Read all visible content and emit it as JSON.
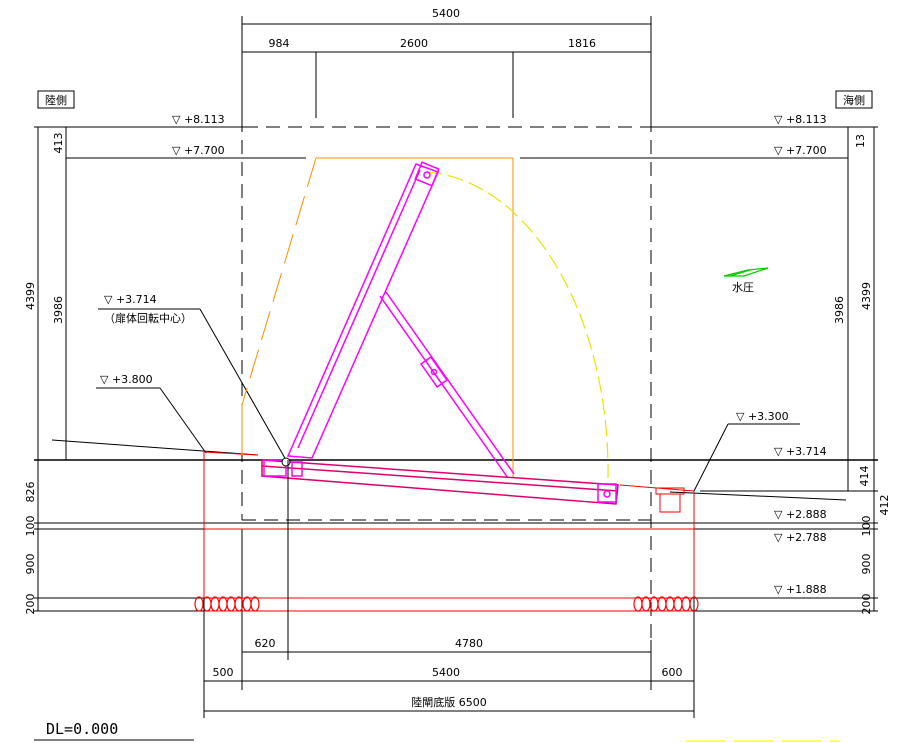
{
  "labels": {
    "land_side": "陸側",
    "sea_side": "海側",
    "water_pressure": "水圧",
    "rotation_center_level": "▽ +3.714",
    "rotation_center_note": "（扉体回転中心）",
    "datum": "DL=0.000",
    "floor_slab": "陸閘底版 6500"
  },
  "levels_left": {
    "l8113": "▽ +8.113",
    "l7700": "▽ +7.700",
    "l3800": "▽ +3.800"
  },
  "levels_right": {
    "l8113": "▽ +8.113",
    "l7700": "▽ +7.700",
    "l3300": "▽ +3.300",
    "l3714": "▽ +3.714",
    "l2888": "▽ +2.888",
    "l2788": "▽ +2.788",
    "l1888": "▽ +1.888"
  },
  "dims_top": {
    "total": "5400",
    "d984": "984",
    "d2600": "2600",
    "d1816": "1816"
  },
  "dims_bottom": {
    "d620": "620",
    "d4780": "4780",
    "d500": "500",
    "d5400": "5400",
    "d600": "600"
  },
  "dims_left": {
    "d413": "413",
    "d4399": "4399",
    "d3986": "3986",
    "d826": "826",
    "d100": "100",
    "d900": "900",
    "d200": "200"
  },
  "dims_right": {
    "d13": "13",
    "d4399": "4399",
    "d3986": "3986",
    "d414": "414",
    "d412": "412",
    "d100": "100",
    "d900": "900",
    "d200": "200"
  },
  "colors": {
    "structure": "#ff0000",
    "gate": "#ff00ff",
    "gate_lower": "#e0006a",
    "swing_arc": "#ffff00",
    "envelope": "#ff8c00",
    "water_arrow": "#00cc00",
    "line": "#000000"
  }
}
